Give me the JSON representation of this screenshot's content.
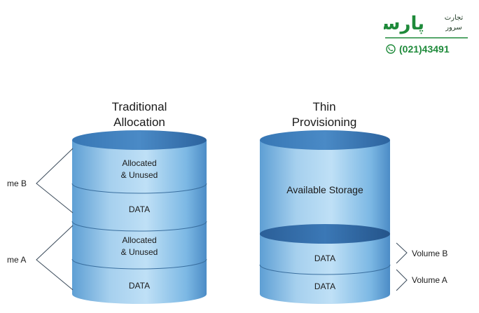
{
  "brand": {
    "logo_word": "پارسه",
    "logo_tag_top": "تجارت",
    "logo_tag_bottom": "سرور",
    "phone": "(021)43491",
    "colors": {
      "green": "#1e8a3a",
      "dark": "#1f3a24"
    }
  },
  "traditional": {
    "title_line1": "Traditional",
    "title_line2": "Allocation",
    "segments": [
      {
        "line1": "Allocated",
        "line2": "& Unused"
      },
      {
        "line1": "DATA",
        "line2": ""
      },
      {
        "line1": "Allocated",
        "line2": "& Unused"
      },
      {
        "line1": "DATA",
        "line2": ""
      }
    ],
    "brackets": [
      {
        "label": "me B"
      },
      {
        "label": "me A"
      }
    ]
  },
  "thin": {
    "title_line1": "Thin",
    "title_line2": "Provisioning",
    "available_label": "Available Storage",
    "segments": [
      {
        "line1": "DATA"
      },
      {
        "line1": "DATA"
      }
    ],
    "brackets": [
      {
        "label": "Volume B"
      },
      {
        "label": "Volume A"
      }
    ]
  },
  "colors": {
    "cyl_light": "#a9d2ef",
    "cyl_mid": "#6fb1e0",
    "cyl_dark": "#3d7fbd",
    "top_fill": "#2f6aa6",
    "line": "#3a4a5a"
  }
}
